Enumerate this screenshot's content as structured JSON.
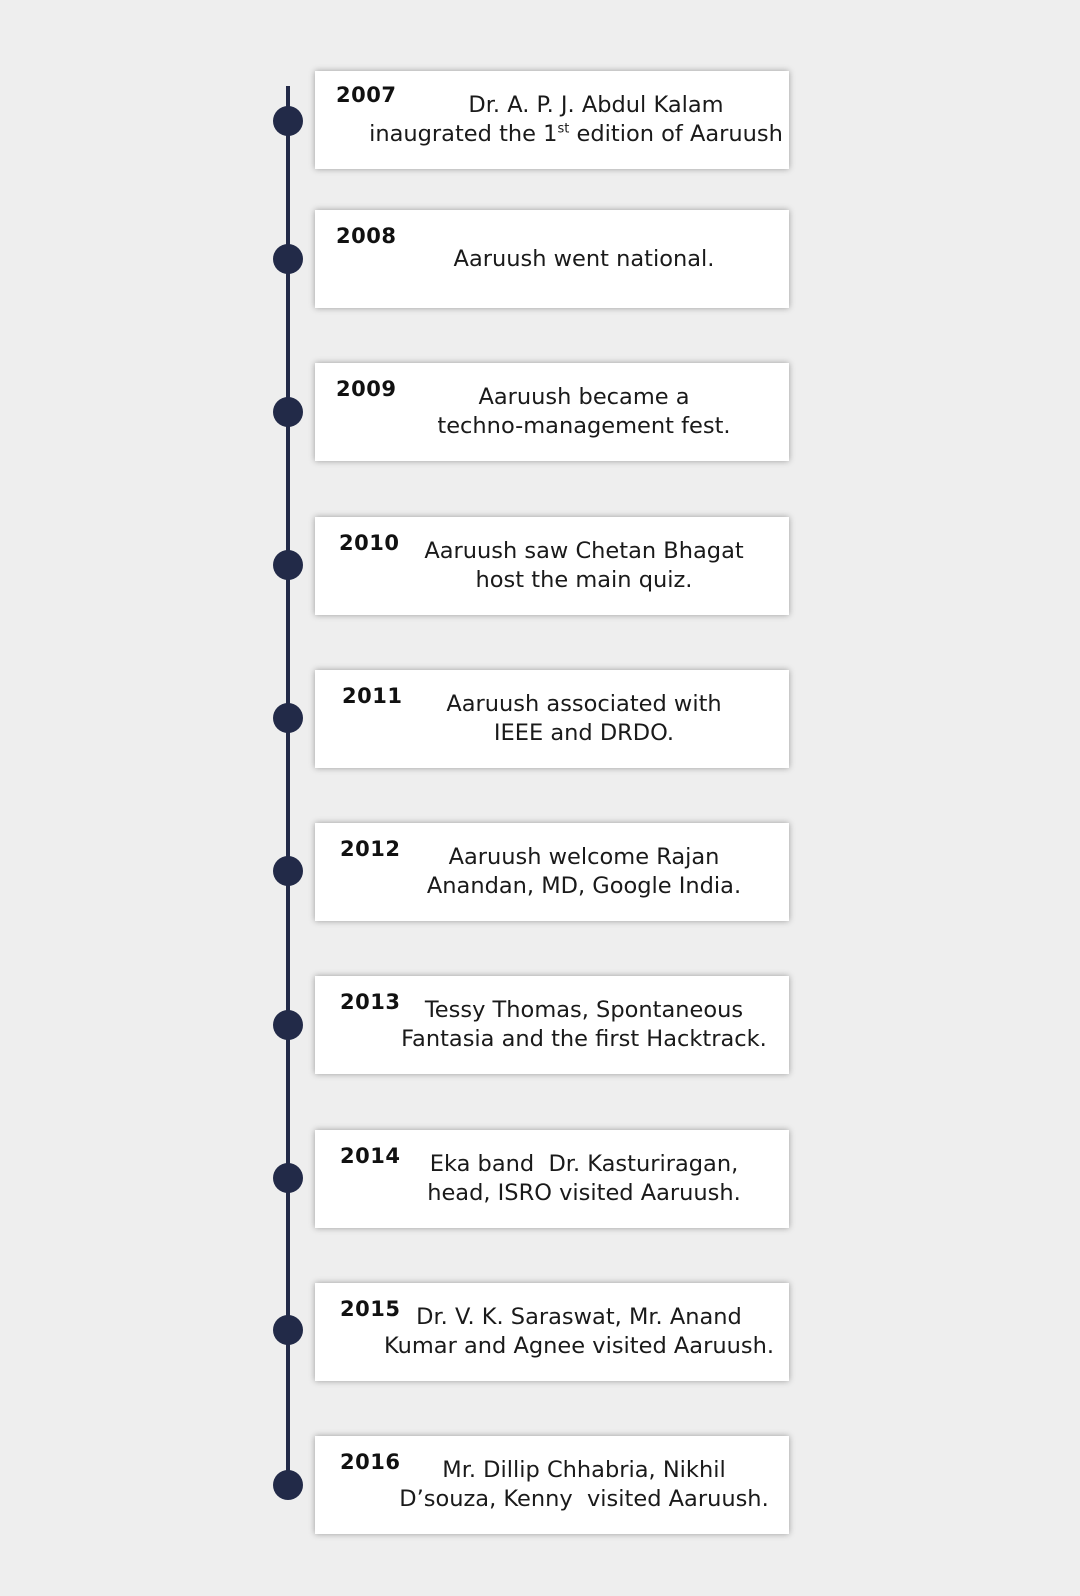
{
  "colors": {
    "background": "#eeeeee",
    "line": "#222a48",
    "dot": "#222a48",
    "card": "#ffffff"
  },
  "timeline": [
    {
      "year": "2007",
      "lines": [
        "Dr. A. P. J. Abdul Kalam",
        "inaugrated the 1",
        "st",
        " edition of Aaruush"
      ]
    },
    {
      "year": "2008",
      "lines": [
        "Aaruush went national."
      ]
    },
    {
      "year": "2009",
      "lines": [
        "Aaruush became a",
        "techno-management fest."
      ]
    },
    {
      "year": "2010",
      "lines": [
        "Aaruush saw Chetan Bhagat",
        "host the main quiz."
      ]
    },
    {
      "year": "2011",
      "lines": [
        "Aaruush associated with",
        "IEEE and DRDO."
      ]
    },
    {
      "year": "2012",
      "lines": [
        "Aaruush welcome Rajan",
        "Anandan, MD, Google India."
      ]
    },
    {
      "year": "2013",
      "lines": [
        "Tessy Thomas, Spontaneous",
        "Fantasia and the first Hacktrack."
      ]
    },
    {
      "year": "2014",
      "lines": [
        "Eka band  Dr. Kasturiragan,",
        "head, ISRO visited Aaruush."
      ]
    },
    {
      "year": "2015",
      "lines": [
        "Dr. V. K. Saraswat, Mr. Anand",
        "Kumar and Agnee visited Aaruush."
      ]
    },
    {
      "year": "2016",
      "lines": [
        "Mr. Dillip Chhabria, Nikhil",
        "D’souza, Kenny  visited Aaruush."
      ]
    }
  ]
}
